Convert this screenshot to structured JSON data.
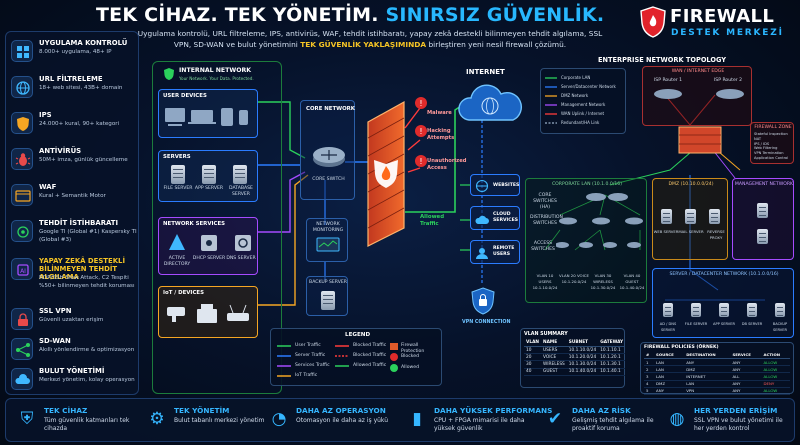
{
  "header": {
    "title_prefix": "TEK CİHAZ. TEK YÖNETİM.",
    "title_accent": "SINIRSIZ GÜVENLİK.",
    "subtitle_pre": "Uygulama kontrolü, URL filtreleme, IPS, antivirüs, WAF, tehdit istihbaratı, yapay zekâ destekli bilinmeyen tehdit algılama, SSL VPN, SD-WAN ve bulut yönetimini",
    "subtitle_accent": "TEK GÜVENLİK YAKLAŞIMINDA",
    "subtitle_post": "birleştiren yeni nesil firewall çözümü."
  },
  "brand": {
    "name": "FIREWALL",
    "tagline": "DESTEK MERKEZİ"
  },
  "sidebar": [
    {
      "title": "UYGULAMA KONTROLÜ",
      "desc": "8.000+ uygulama, 48+ IP",
      "icon": "grid-icon"
    },
    {
      "title": "URL FİLTRELEME",
      "desc": "18+ web sitesi, 43B+ domain",
      "icon": "globe-icon"
    },
    {
      "title": "IPS",
      "desc": "24.000+ kural, 90+ kategori",
      "icon": "shield-icon"
    },
    {
      "title": "ANTİVİRÜS",
      "desc": "50M+ imza, günlük güncelleme",
      "icon": "bug-icon"
    },
    {
      "title": "WAF",
      "desc": "Kural + Semantik Motor",
      "icon": "waf-icon"
    },
    {
      "title": "TEHDİT İSTİHBARATI",
      "desc": "Google TI (Global #1) Kaspersky TI (Global #3)",
      "icon": "intel-icon"
    },
    {
      "title": "YAPAY ZEKÂ DESTEKLİ BİLİNMEYEN TEHDİT ALGILAMA",
      "desc": "RDP/SSH Slow Attack, C2 Tespiti %50+ bilinmeyen tehdit koruması",
      "icon": "ai-icon"
    },
    {
      "title": "SSL VPN",
      "desc": "Güvenli uzaktan erişim",
      "icon": "lock-icon"
    },
    {
      "title": "SD-WAN",
      "desc": "Akıllı yönlendirme & optimizasyon",
      "icon": "sdwan-icon"
    },
    {
      "title": "BULUT YÖNETİMİ",
      "desc": "Merkezi yönetim, kolay operasyon",
      "icon": "cloud-icon"
    }
  ],
  "internal": {
    "title": "INTERNAL NETWORK",
    "tagline": "Your Network. Your Data. Protected.",
    "user_devices": "USER DEVICES",
    "servers": "SERVERS",
    "server_items": [
      "FILE SERVER",
      "APP SERVER",
      "DATABASE SERVER"
    ],
    "network_services": "NETWORK SERVICES",
    "service_items": [
      "ACTIVE DIRECTORY",
      "DHCP SERVER",
      "DNS SERVER"
    ],
    "iot": "IoT / DEVICES"
  },
  "core": {
    "title": "CORE NETWORK",
    "switch": "CORE SWITCH",
    "monitoring": "NETWORK MONITORING",
    "backup": "BACKUP SERVER"
  },
  "threats": [
    "Malware",
    "Hacking Attempts",
    "Unauthorized Access"
  ],
  "allowed": "Allowed Traffic",
  "internet": {
    "title": "INTERNET",
    "items": [
      "WEBSITES",
      "CLOUD SERVICES",
      "REMOTE USERS"
    ],
    "vpn": "VPN CONNECTION"
  },
  "legend": {
    "title": "LEGEND",
    "col1": [
      "User Traffic",
      "Server Traffic",
      "Services Traffic",
      "IoT Traffic"
    ],
    "col2": [
      "Blocked Traffic",
      "Blocked Traffic",
      "Allowed Traffic"
    ],
    "col3": [
      "Firewall Protection",
      "Blocked",
      "Allowed"
    ],
    "colors": {
      "user": "#2bd15c",
      "server": "#2b7cff",
      "services": "#a54bff",
      "iot": "#f5a623",
      "blocked": "#ff3b3b",
      "allowed": "#2bd15c"
    }
  },
  "topology": {
    "title": "ENTERPRISE NETWORK TOPOLOGY",
    "key": [
      "Corporate LAN",
      "Server/Datacenter Network",
      "DMZ Network",
      "Management Network",
      "WAN Uplink / Internet",
      "Redundant/HA Link"
    ],
    "wan_edge": "WAN / INTERNET EDGE",
    "isp": [
      "ISP Router 1",
      "ISP Router 2"
    ],
    "firewall_zone": "FIREWALL ZONE",
    "firewall_features": [
      "Stateful Inspection",
      "NAT",
      "IPS / IDS",
      "Web Filtering",
      "VPN Termination",
      "Application Control"
    ],
    "corporate_lan": "CORPORATE LAN (10.1.0.0/16)",
    "core_switches": "CORE SWITCHES (HA)",
    "distribution": "DISTRIBUTION SWITCHES",
    "access": "ACCESS SWITCHES",
    "dmz": "DMZ (10.10.0.0/24)",
    "dmz_items": [
      "WEB SERVER",
      "MAIL SERVER",
      "REVERSE PROXY"
    ],
    "management": "MANAGEMENT NETWORK",
    "server_dc": "SERVER / DATACENTER NETWORK (10.1.0.0/16)",
    "vlans": [
      {
        "label": "VLAN 10 USERS",
        "subnet": "10.1.10.0/24"
      },
      {
        "label": "VLAN 20 VOICE",
        "subnet": "10.1.20.0/24"
      },
      {
        "label": "VLAN 30 WIRELESS",
        "subnet": "10.1.30.0/24"
      },
      {
        "label": "VLAN 40 GUEST",
        "subnet": "10.1.40.0/24"
      }
    ],
    "dc_items": [
      "AD / DNS SERVER",
      "FILE SERVER",
      "APP SERVER",
      "DB SERVER",
      "BACKUP SERVER"
    ]
  },
  "vlan_summary": {
    "title": "VLAN SUMMARY",
    "headers": [
      "VLAN",
      "NAME",
      "SUBNET",
      "GATEWAY"
    ],
    "rows": [
      [
        "10",
        "USERS",
        "10.1.10.0/24",
        "10.1.10.1"
      ],
      [
        "20",
        "VOICE",
        "10.1.20.0/24",
        "10.1.20.1"
      ],
      [
        "30",
        "WIRELESS",
        "10.1.30.0/24",
        "10.1.30.1"
      ],
      [
        "40",
        "GUEST",
        "10.1.40.0/24",
        "10.1.40.1"
      ]
    ]
  },
  "policies": {
    "title": "FIREWALL POLICIES (ÖRNEK)",
    "headers": [
      "#",
      "SOURCE",
      "DESTINATION",
      "SERVICE",
      "ACTION"
    ],
    "rows": [
      [
        "1",
        "LAN",
        "ANY",
        "ANY",
        "ALLOW"
      ],
      [
        "2",
        "LAN",
        "DMZ",
        "ANY",
        "ALLOW"
      ],
      [
        "3",
        "LAN",
        "INTERNET",
        "ALL",
        "ALLOW"
      ],
      [
        "4",
        "DMZ",
        "LAN",
        "ANY",
        "DENY"
      ],
      [
        "5",
        "ANY",
        "VPN",
        "ANY",
        "ALLOW"
      ]
    ]
  },
  "bottom": [
    {
      "title": "TEK CİHAZ",
      "desc": "Tüm güvenlik katmanları tek cihazda",
      "icon": "shield-icon"
    },
    {
      "title": "TEK YÖNETİM",
      "desc": "Bulut tabanlı merkezi yönetim",
      "icon": "gear-icon"
    },
    {
      "title": "DAHA AZ OPERASYON",
      "desc": "Otomasyon ile daha az iş yükü",
      "icon": "speed-icon"
    },
    {
      "title": "DAHA YÜKSEK PERFORMANS",
      "desc": "CPU + FPGA mimarisi ile daha yüksek güvenlik",
      "icon": "chart-icon"
    },
    {
      "title": "DAHA AZ RİSK",
      "desc": "Gelişmiş tehdit algılama ile proaktif koruma",
      "icon": "shield-check-icon"
    },
    {
      "title": "HER YERDEN ERİŞİM",
      "desc": "SSL VPN ve bulut yönetimi ile her yerden kontrol",
      "icon": "globe-icon"
    }
  ]
}
